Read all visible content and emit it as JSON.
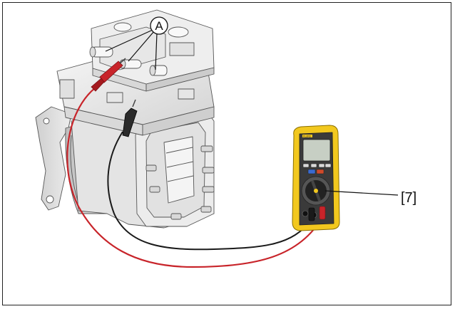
{
  "diagram": {
    "callout_a": "A",
    "callout_meter": "[7]",
    "meter_brand": "FLUKE",
    "colors": {
      "meter_body": "#f2c81e",
      "probe_red": "#c8242a",
      "probe_black": "#1a1a1a",
      "casing": "#e6e6e6",
      "outline": "#555555"
    }
  }
}
